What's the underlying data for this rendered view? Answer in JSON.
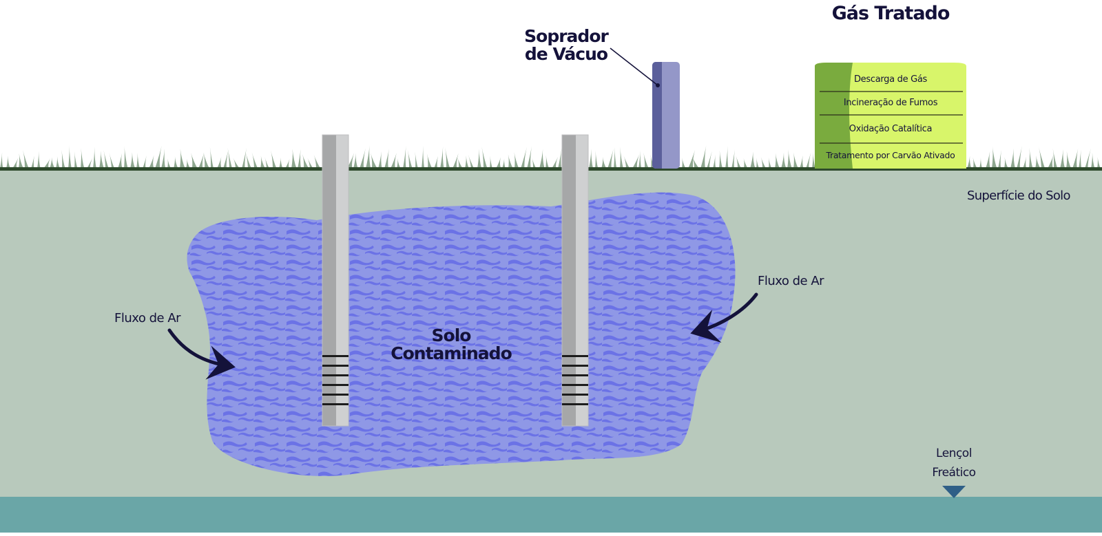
{
  "labels": {
    "vacuum_blower": [
      "Soprador",
      "de Vácuo"
    ],
    "treated_gas": "Gás Tratado",
    "soil_surface": "Superfície do Solo",
    "air_flow_left": "Fluxo de Ar",
    "air_flow_right": "Fluxo de Ar",
    "contaminated_soil": [
      "Solo",
      "Contaminado"
    ],
    "water_table": [
      "Lençol",
      "Freático"
    ]
  },
  "treatment_stages": [
    "Descarga de Gás",
    "Incineração de Fumos",
    "Oxidação Catalítica",
    "Tratamento por Carvão Ativado"
  ],
  "colors": {
    "sky": "#ffffff",
    "grass": "#8fa890",
    "ground_line": "#2e4a2c",
    "soil": "#b8c9bc",
    "water": "#6aa6a7",
    "plume_base": "#8f98e6",
    "plume_pattern": "#6b72e6",
    "well_light": "#cfd0d1",
    "well_dark": "#a6a7a8",
    "blower_dark": "#5b5f9b",
    "blower_light": "#9497c8",
    "tank_light": "#d8f56a",
    "tank_dark": "#7aab3e",
    "ink": "#14123a",
    "water_marker": "#2f5f87"
  },
  "icons": [
    "vacuum-blower-pipe",
    "extraction-well",
    "treatment-tank",
    "air-flow-arrow",
    "water-table-marker"
  ]
}
